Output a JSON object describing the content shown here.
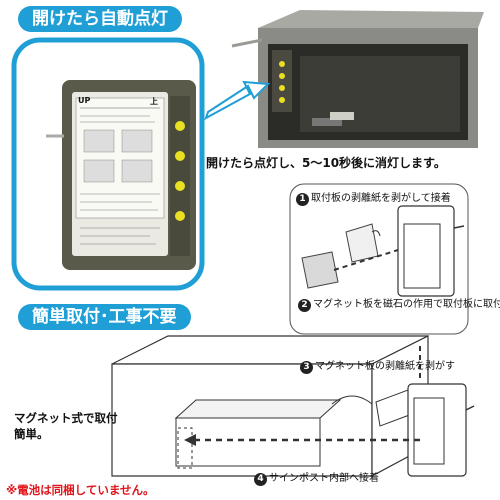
{
  "banner_top": "開けたら自動点灯",
  "banner_bottom": "簡単取付･工事不要",
  "caption_light": "開けたら点灯し、5～10秒後に消灯します。",
  "caption_magnet": "マグネット式で取付簡単。",
  "note_battery": "※電池は同梱していません。",
  "steps": [
    {
      "num": "1",
      "text": "取付板の剥離紙を剥がして接着"
    },
    {
      "num": "2",
      "text": "マグネット板を磁石の作用で取付板に取付"
    },
    {
      "num": "3",
      "text": "マグネット板の剥離紙を剥がす"
    },
    {
      "num": "4",
      "text": "サインポスト内部へ接着"
    }
  ],
  "device_labels": {
    "up": "UP",
    "arrow_up": "上"
  },
  "colors": {
    "banner": "#1f9fd6",
    "note": "#e0141a",
    "led": "#e8e020",
    "device_body": "#5a5a4a"
  }
}
